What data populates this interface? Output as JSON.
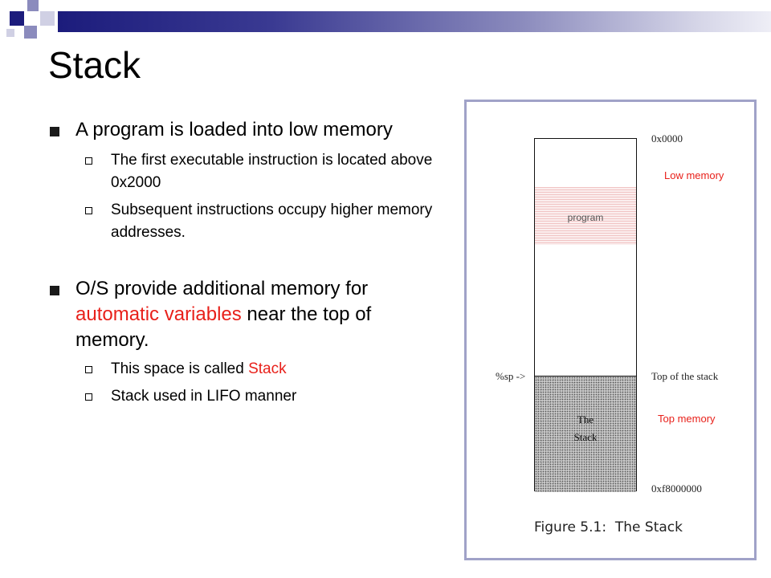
{
  "slide": {
    "title": "Stack",
    "bullets": [
      {
        "text": "A program is loaded into low memory",
        "sub": [
          "The first executable instruction is located above 0x2000",
          "Subsequent instructions occupy higher memory addresses."
        ]
      },
      {
        "text_before": "O/S provide additional memory for ",
        "text_highlight": "automatic variables",
        "text_after": " near the top of memory.",
        "sub": [
          {
            "before": "This space is called ",
            "highlight": "Stack"
          },
          {
            "before": "Stack used in LIFO manner"
          }
        ]
      }
    ]
  },
  "figure": {
    "addr_low": "0x0000",
    "addr_high": "0xf8000000",
    "low_memory_label": "Low memory",
    "top_memory_label": "Top memory",
    "program_label": "program",
    "sp_label": "%sp ->",
    "top_of_stack_label": "Top of the stack",
    "stack_label_line1": "The",
    "stack_label_line2": "Stack",
    "caption": "Figure 5.1:  The Stack"
  },
  "colors": {
    "highlight": "#e8201a",
    "header_dark": "#1c1c7c",
    "figure_border": "#a0a2c8"
  }
}
